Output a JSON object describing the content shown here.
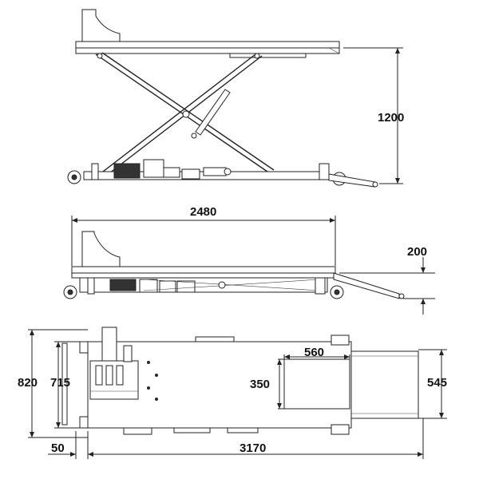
{
  "dimensions": {
    "lift_height": "1200",
    "platform_length": "2480",
    "lowered_height": "200",
    "total_width": "820",
    "inner_width": "715",
    "extension_length": "560",
    "extension_width": "350",
    "ramp_width": "545",
    "offset": "50",
    "total_length": "3170"
  }
}
